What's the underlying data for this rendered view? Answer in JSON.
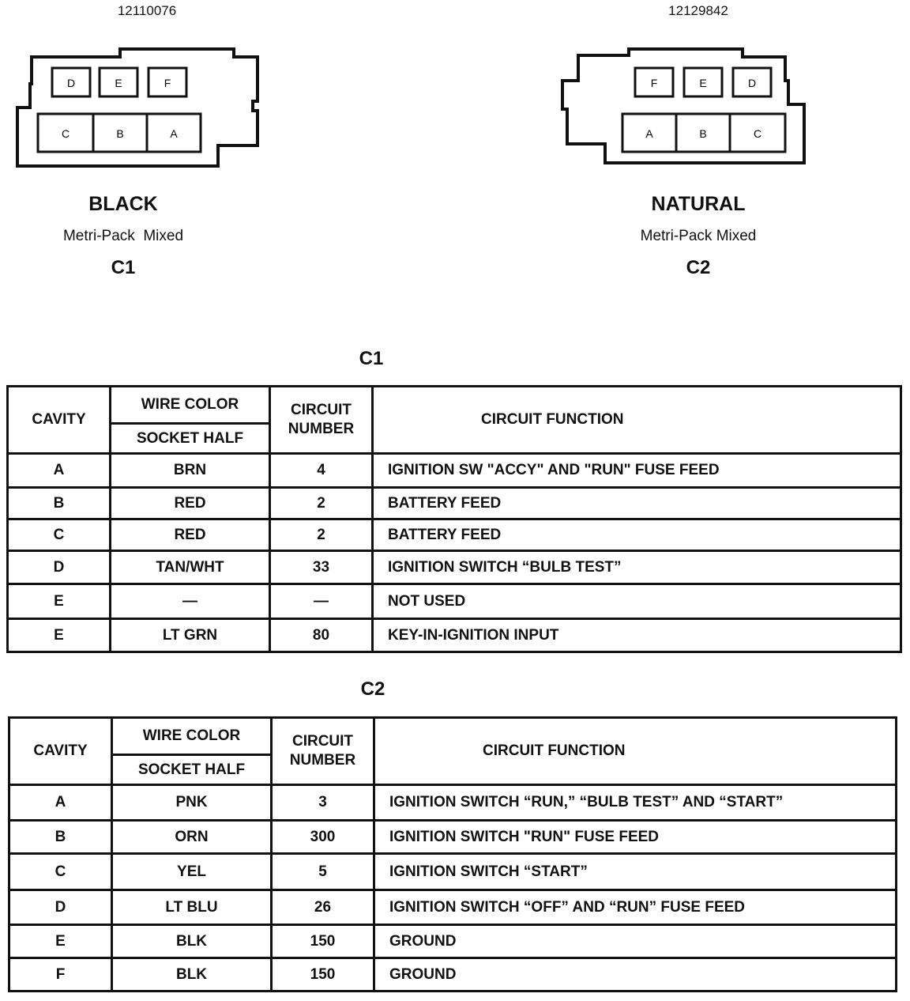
{
  "connectors": [
    {
      "part_number": "12110076",
      "color": "BLACK",
      "type": "Metri-Pack  Mixed",
      "id": "C1",
      "top_cavities": [
        "D",
        "E",
        "F"
      ],
      "bottom_cavities": [
        "C",
        "B",
        "A"
      ]
    },
    {
      "part_number": "12129842",
      "color": "NATURAL",
      "type": "Metri-Pack Mixed",
      "id": "C2",
      "top_cavities": [
        "F",
        "E",
        "D"
      ],
      "bottom_cavities": [
        "A",
        "B",
        "C"
      ]
    }
  ],
  "headers": {
    "cavity": "CAVITY",
    "wire_color": "WIRE COLOR",
    "socket_half": "SOCKET HALF",
    "circuit_number_1": "CIRCUIT",
    "circuit_number_2": "NUMBER",
    "circuit_function": "CIRCUIT FUNCTION"
  },
  "tables": [
    {
      "title": "C1",
      "rows": [
        {
          "cavity": "A",
          "color": "BRN",
          "number": "4",
          "function": "IGNITION SW \"ACCY\" AND \"RUN\" FUSE FEED"
        },
        {
          "cavity": "B",
          "color": "RED",
          "number": "2",
          "function": "BATTERY FEED"
        },
        {
          "cavity": "C",
          "color": "RED",
          "number": "2",
          "function": "BATTERY FEED"
        },
        {
          "cavity": "D",
          "color": "TAN/WHT",
          "number": "33",
          "function": "IGNITION SWITCH “BULB TEST”"
        },
        {
          "cavity": "E",
          "color": "—",
          "number": "—",
          "function": "NOT USED"
        },
        {
          "cavity": "E",
          "color": "LT GRN",
          "number": "80",
          "function": "KEY-IN-IGNITION INPUT"
        }
      ]
    },
    {
      "title": "C2",
      "rows": [
        {
          "cavity": "A",
          "color": "PNK",
          "number": "3",
          "function": "IGNITION SWITCH “RUN,” “BULB TEST” AND “START”"
        },
        {
          "cavity": "B",
          "color": "ORN",
          "number": "300",
          "function": "IGNITION SWITCH \"RUN\" FUSE FEED"
        },
        {
          "cavity": "C",
          "color": "YEL",
          "number": "5",
          "function": "IGNITION SWITCH “START”"
        },
        {
          "cavity": "D",
          "color": "LT BLU",
          "number": "26",
          "function": "IGNITION SWITCH “OFF” AND “RUN” FUSE FEED"
        },
        {
          "cavity": "E",
          "color": "BLK",
          "number": "150",
          "function": "GROUND"
        },
        {
          "cavity": "F",
          "color": "BLK",
          "number": "150",
          "function": "GROUND"
        }
      ]
    }
  ]
}
